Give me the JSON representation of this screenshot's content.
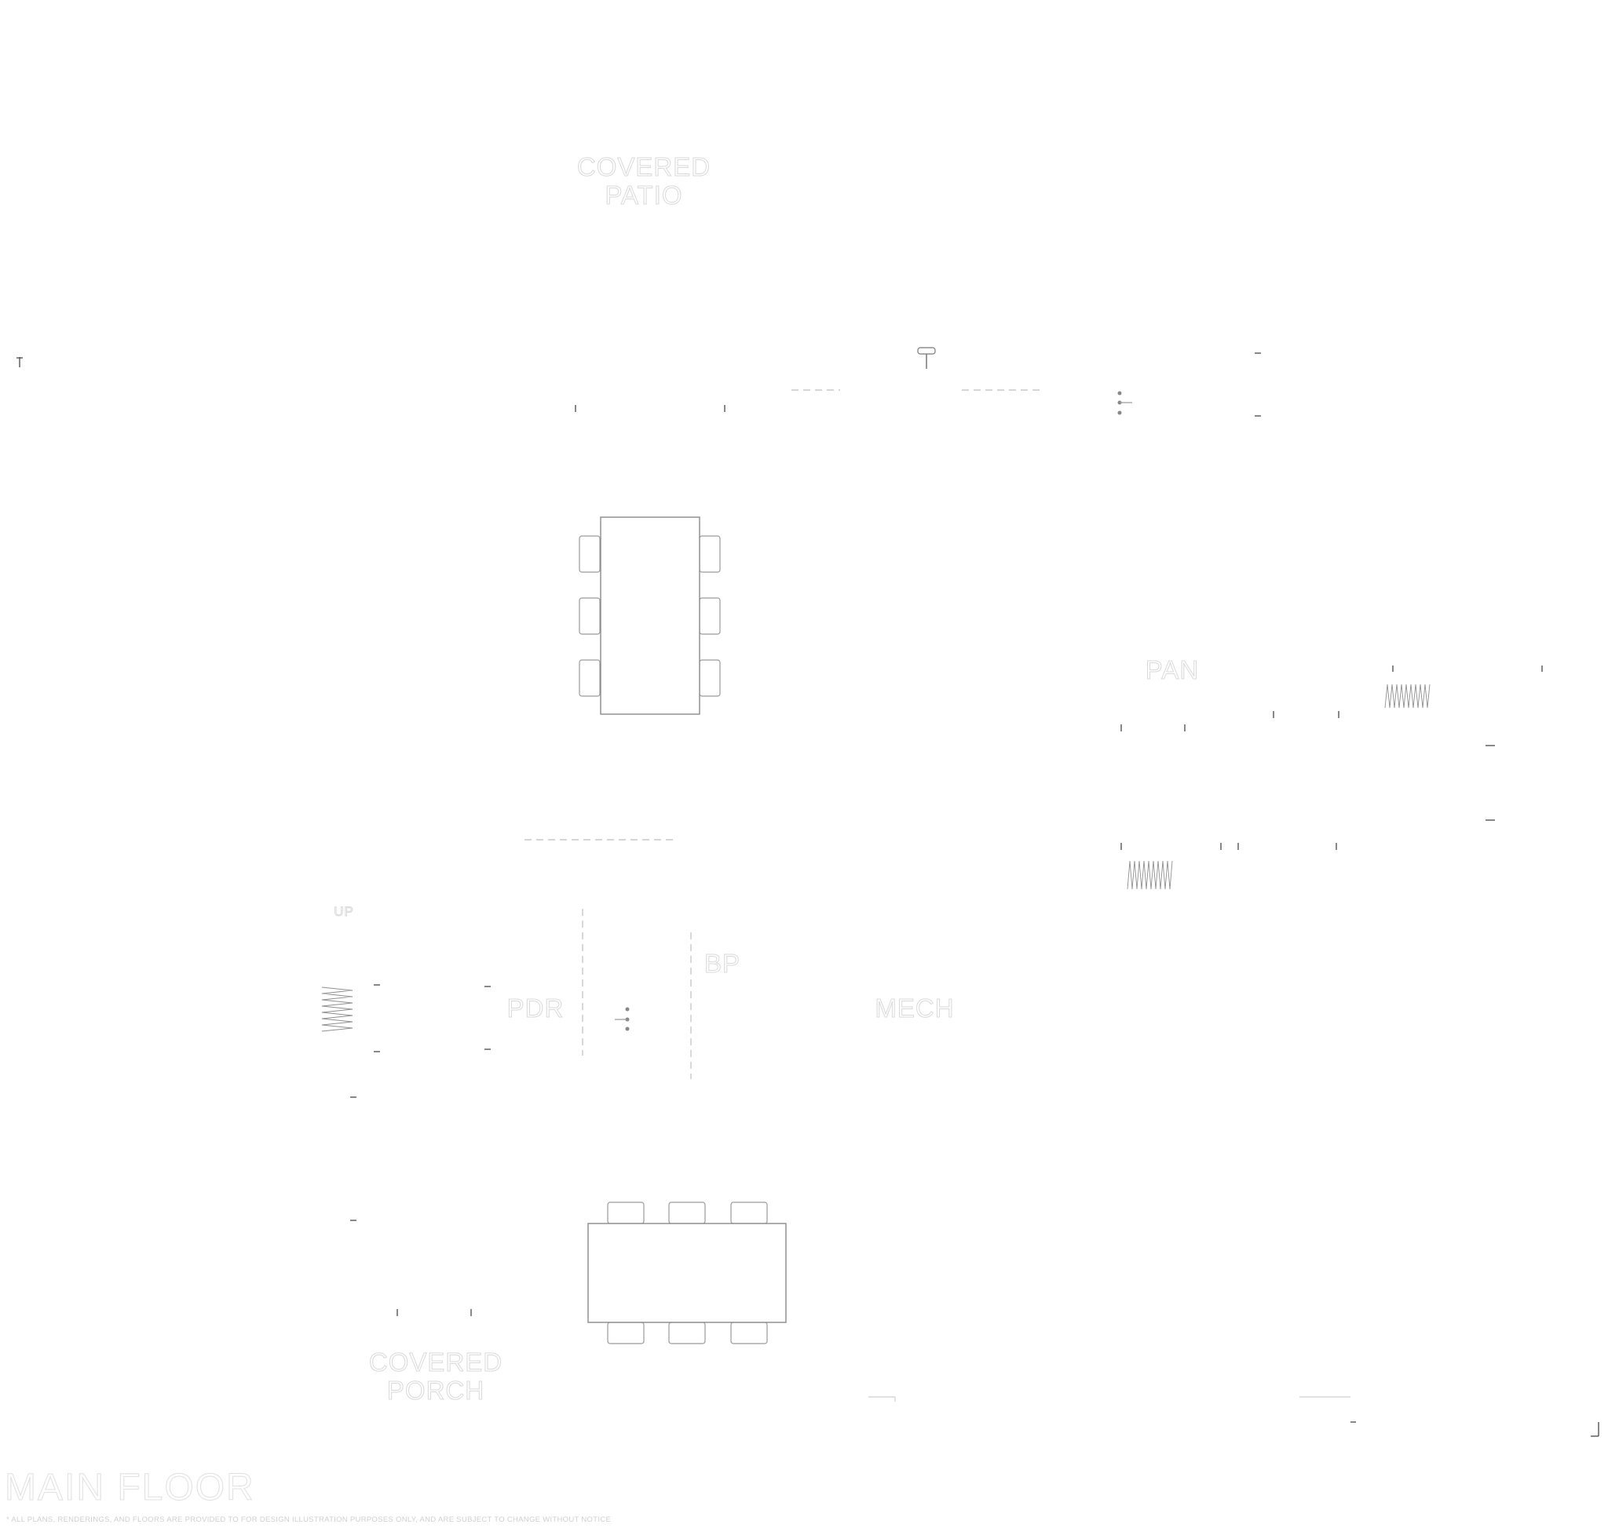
{
  "plan": {
    "title": "MAIN FLOOR",
    "disclaimer": "* ALL PLANS, RENDERINGS, AND FLOORS ARE PROVIDED TO FOR DESIGN ILLUSTRATION PURPOSES ONLY, AND ARE SUBJECT TO CHANGE WITHOUT NOTICE",
    "rooms": {
      "covered_patio": {
        "line1": "COVERED",
        "line2": "PATIO"
      },
      "pan": "PAN",
      "up": "UP",
      "pdr": "PDR",
      "bp": "BP",
      "mech": "MECH",
      "covered_porch": {
        "line1": "COVERED",
        "line2": "PORCH"
      }
    }
  },
  "colors": {
    "background": "#ffffff",
    "label_outline": "#d9d9d9",
    "furniture_stroke": "#8a8a8a"
  }
}
